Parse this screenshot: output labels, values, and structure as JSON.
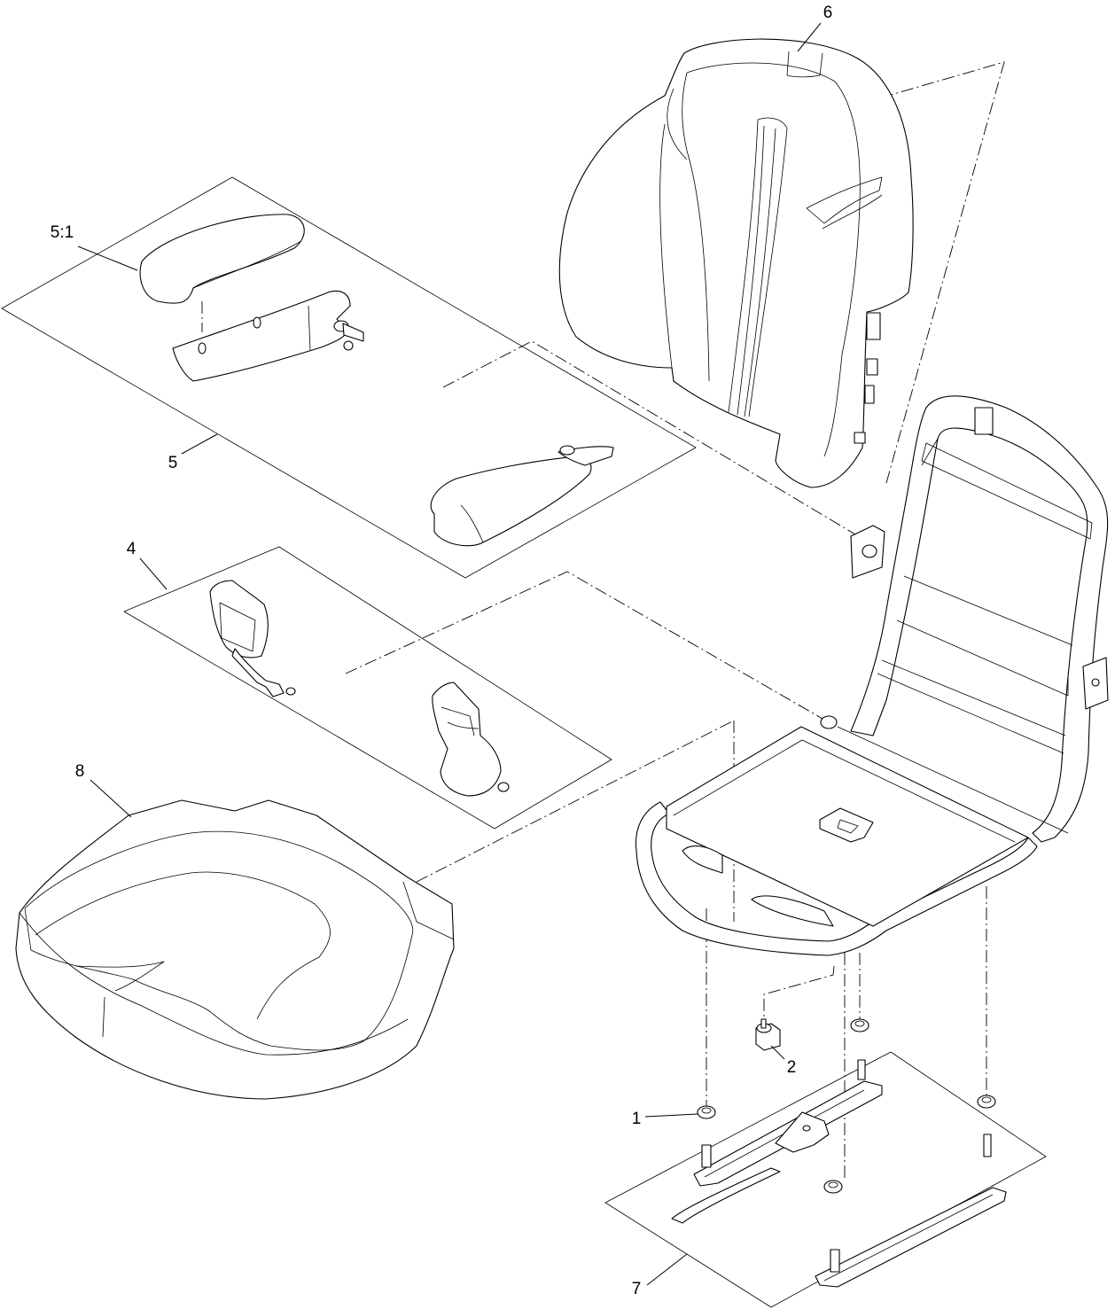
{
  "callouts": [
    {
      "id": "1",
      "label": "1"
    },
    {
      "id": "2",
      "label": "2"
    },
    {
      "id": "4",
      "label": "4"
    },
    {
      "id": "5",
      "label": "5"
    },
    {
      "id": "5-1",
      "label": "5:1"
    },
    {
      "id": "6",
      "label": "6"
    },
    {
      "id": "7",
      "label": "7"
    },
    {
      "id": "8",
      "label": "8"
    }
  ]
}
